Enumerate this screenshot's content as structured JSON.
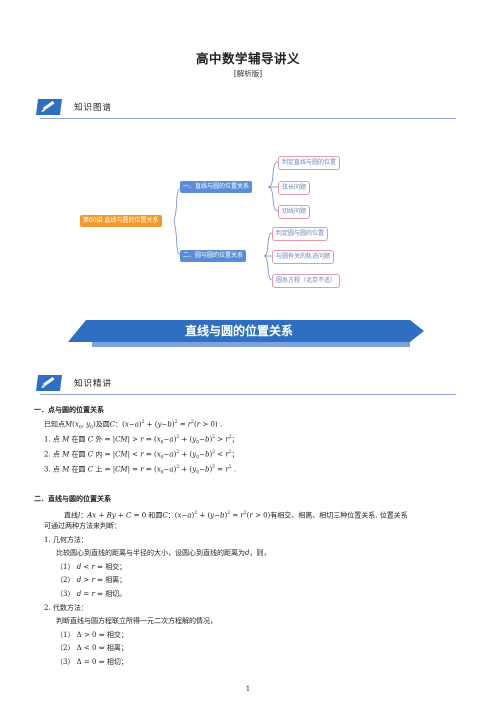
{
  "header": {
    "title": "高中数学辅导讲义",
    "subtitle": "[解析版]"
  },
  "banner1": {
    "label": "知识图谱"
  },
  "mindmap": {
    "root": "第00讲 直线与圆的位置关系",
    "branch1": {
      "label": "一、直线与圆的位置关系",
      "children": [
        "判定直线与圆的位置",
        "弦长问题",
        "切线问题"
      ]
    },
    "branch2": {
      "label": "二、圆与圆的位置关系",
      "children": [
        "判定圆与圆的位置",
        "与圆有关的轨迹问题",
        "圆系方程（北京不适）"
      ]
    }
  },
  "section_banner": "直线与圆的位置关系",
  "banner2": {
    "label": "知识精讲"
  },
  "content": {
    "s1_title": "一．点与圆的位置关系",
    "s1_intro_pre": "已知点",
    "s1_intro_mid": "及圆",
    "s2_title": "二．直线与圆的位置关系",
    "s2_intro_pre": "直线",
    "s2_intro_and": "和圆",
    "s2_intro_post": "有相交、相离、相切三种位置关系. 位置关系",
    "s2_intro2": "可通过两种方法来判断：",
    "m1_title": "1. 几何方法：",
    "m1_desc": "比较圆心到直线的距离与半径的大小，设圆心到直线的距离为",
    "m1_desc2": "，则，",
    "m2_title": "2. 代数方法：",
    "m2_desc": "判断直线与圆方程联立所得一元二次方程解的情况，",
    "w_outside": "在圆",
    "w_outside2": "外",
    "w_inside2": "内",
    "w_on2": "上",
    "r_intersect": "相交；",
    "r_separate": "相离；",
    "r_tangent": "相切。",
    "r_tangent2": "相切；",
    "page_number": "1"
  }
}
